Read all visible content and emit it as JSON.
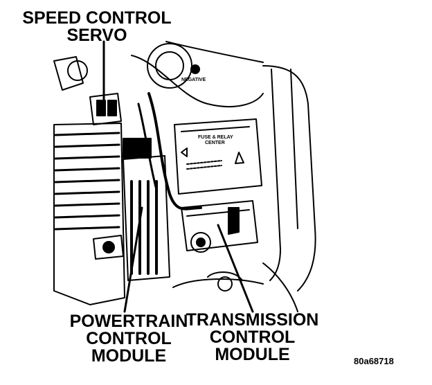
{
  "callouts": {
    "speed_control_servo": [
      "SPEED CONTROL",
      "SERVO"
    ],
    "powertrain_control_module": [
      "POWERTRAIN",
      "CONTROL",
      "MODULE"
    ],
    "transmission_control_module": [
      "TRANSMISSION",
      "CONTROL",
      "MODULE"
    ]
  },
  "fuse_box": {
    "title_line1": "FUSE & RELAY",
    "title_line2": "CENTER"
  },
  "battery_label": "NEGATIVE",
  "figure_id": "80a68718",
  "colors": {
    "ink": "#000000",
    "paper": "#ffffff"
  }
}
